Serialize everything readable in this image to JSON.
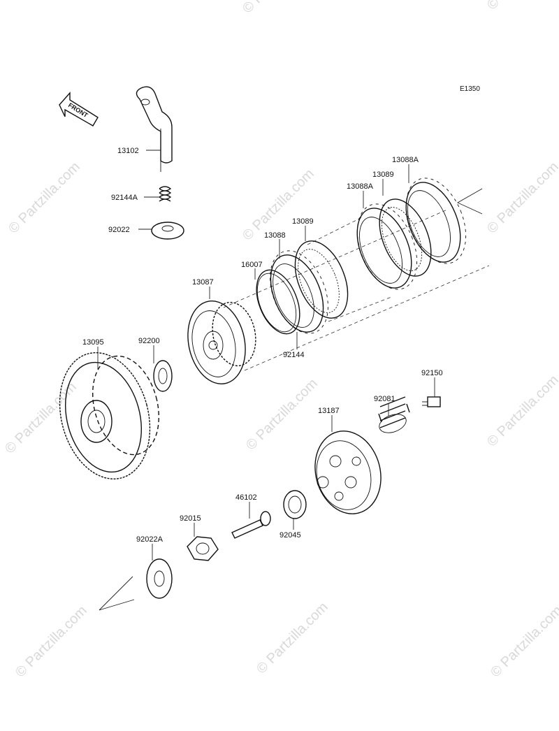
{
  "diagram_code": "E1350",
  "front_arrow_text": "FRONT",
  "watermark_text": "© Partzilla.com",
  "parts": {
    "p13102": "13102",
    "p92144A": "92144A",
    "p92022": "92022",
    "p13088A_a": "13088A",
    "p13089_a": "13089",
    "p13088A_b": "13088A",
    "p13089_b": "13089",
    "p13088": "13088",
    "p16007": "16007",
    "p13087": "13087",
    "p92144": "92144",
    "p13095": "13095",
    "p92200": "92200",
    "p92150": "92150",
    "p92081": "92081",
    "p13187": "13187",
    "p46102": "46102",
    "p92015": "92015",
    "p92045": "92045",
    "p92022A": "92022A"
  }
}
